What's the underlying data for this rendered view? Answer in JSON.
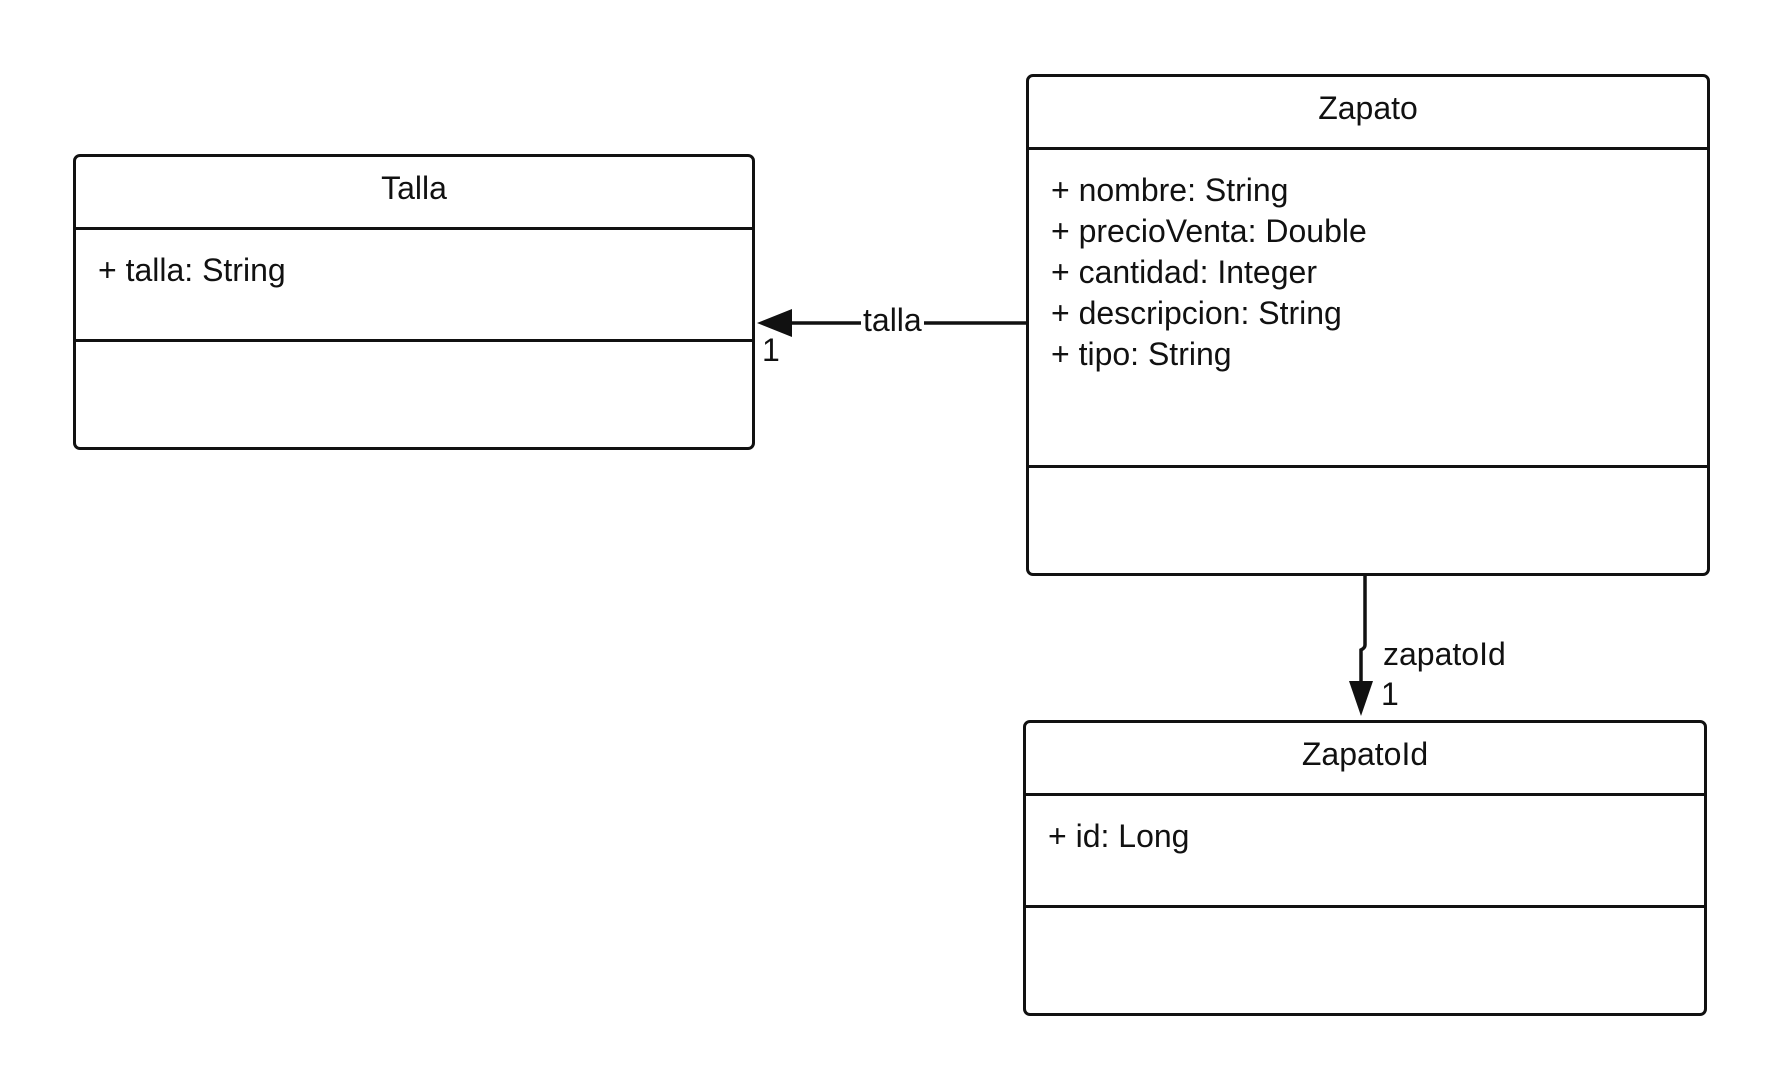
{
  "classes": {
    "talla": {
      "name": "Talla",
      "attributes": [
        "+ talla: String"
      ]
    },
    "zapato": {
      "name": "Zapato",
      "attributes": [
        "+ nombre: String",
        "+ precioVenta: Double",
        "+ cantidad: Integer",
        "+ descripcion: String",
        "+ tipo: String"
      ]
    },
    "zapatoid": {
      "name": "ZapatoId",
      "attributes": [
        "+ id: Long"
      ]
    }
  },
  "associations": [
    {
      "from": "Zapato",
      "to": "Talla",
      "label": "talla",
      "multiplicity": "1"
    },
    {
      "from": "Zapato",
      "to": "ZapatoId",
      "label": "zapatoId",
      "multiplicity": "1"
    }
  ],
  "colors": {
    "line": "#111111",
    "background": "#ffffff"
  }
}
